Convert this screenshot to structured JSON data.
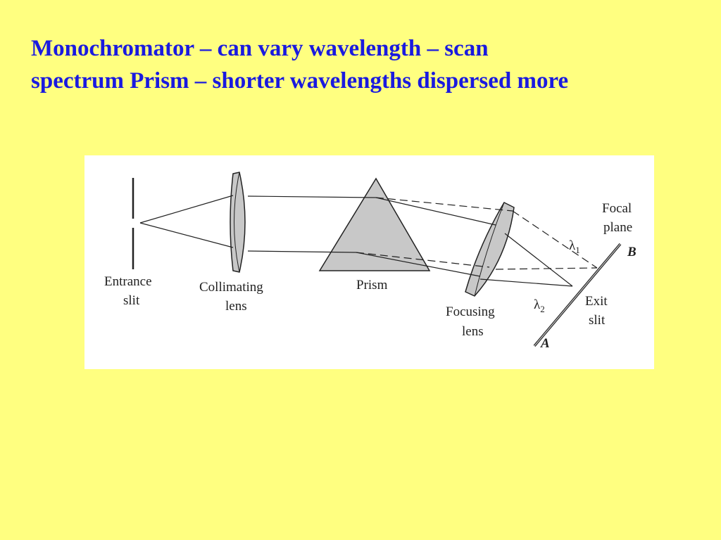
{
  "slide": {
    "title_line1": "Monochromator – can vary wavelength – scan",
    "title_line2": "spectrum Prism – shorter wavelengths dispersed more"
  },
  "diagram": {
    "labels": {
      "entrance_slit": [
        "Entrance",
        "slit"
      ],
      "collimating_lens": [
        "Collimating",
        "lens"
      ],
      "prism": "Prism",
      "focusing_lens": [
        "Focusing",
        "lens"
      ],
      "focal_plane": [
        "Focal",
        "plane"
      ],
      "exit_slit": [
        "Exit",
        "slit"
      ],
      "lambda1": {
        "symbol": "λ",
        "subscript": "1"
      },
      "lambda2": {
        "symbol": "λ",
        "subscript": "2"
      },
      "point_a": "A",
      "point_b": "B"
    }
  },
  "colors": {
    "background": "#ffff80",
    "title": "#1a1adf",
    "figure_background": "#ffffff",
    "optics_fill": "#c8c8c8",
    "lines": "#222222"
  }
}
